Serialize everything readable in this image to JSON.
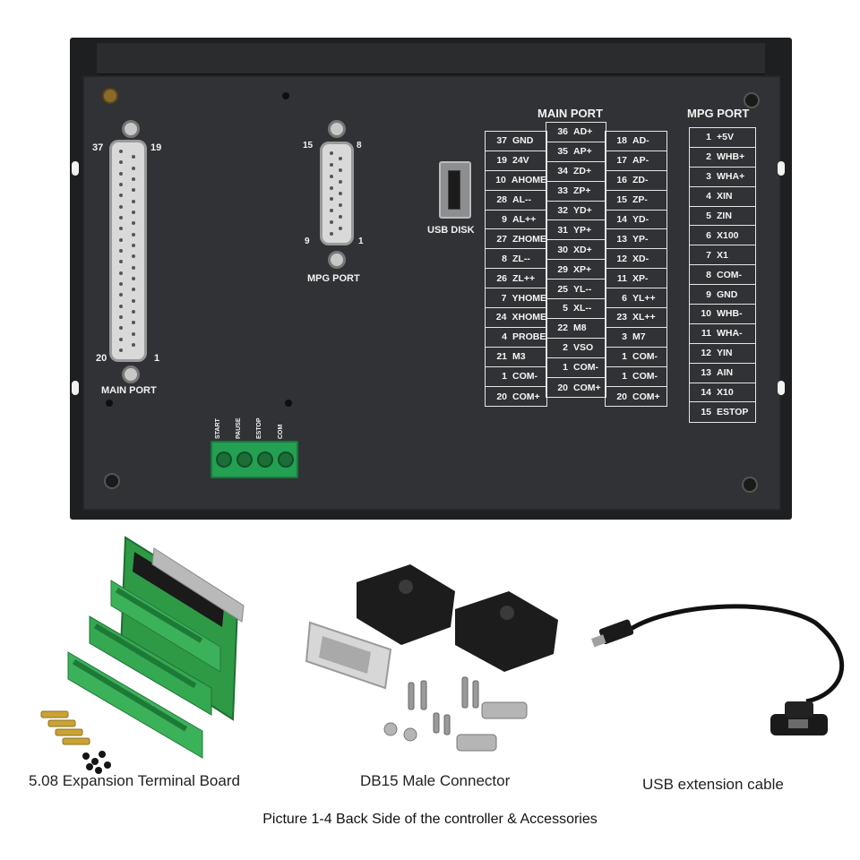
{
  "main_port_left_label": "MAIN PORT",
  "db37_labels": {
    "top_left": "37",
    "top_right": "19",
    "bottom_left": "20",
    "bottom_right": "1"
  },
  "mpg_port_label": "MPG PORT",
  "db15_labels": {
    "top_left": "15",
    "top_right": "8",
    "bottom_left": "9",
    "bottom_right": "1"
  },
  "usb_label": "USB DISK",
  "terminal_labels": [
    "START",
    "PAUSE",
    "ESTOP",
    "COM"
  ],
  "main_port_table": {
    "title": "MAIN PORT",
    "col1": [
      {
        "num": "37",
        "name": "GND"
      },
      {
        "num": "19",
        "name": "24V"
      },
      {
        "num": "10",
        "name": "AHOME"
      },
      {
        "num": "28",
        "name": "AL--"
      },
      {
        "num": "9",
        "name": "AL++"
      },
      {
        "num": "27",
        "name": "ZHOME"
      },
      {
        "num": "8",
        "name": "ZL--"
      },
      {
        "num": "26",
        "name": "ZL++"
      },
      {
        "num": "7",
        "name": "YHOME"
      },
      {
        "num": "24",
        "name": "XHOME"
      },
      {
        "num": "4",
        "name": "PROBE"
      },
      {
        "num": "21",
        "name": "M3"
      },
      {
        "num": "1",
        "name": "COM-"
      },
      {
        "num": "20",
        "name": "COM+"
      }
    ],
    "col2": [
      {
        "num": "36",
        "name": "AD+"
      },
      {
        "num": "35",
        "name": "AP+"
      },
      {
        "num": "34",
        "name": "ZD+"
      },
      {
        "num": "33",
        "name": "ZP+"
      },
      {
        "num": "32",
        "name": "YD+"
      },
      {
        "num": "31",
        "name": "YP+"
      },
      {
        "num": "30",
        "name": "XD+"
      },
      {
        "num": "29",
        "name": "XP+"
      },
      {
        "num": "25",
        "name": "YL--"
      },
      {
        "num": "5",
        "name": "XL--"
      },
      {
        "num": "22",
        "name": "M8"
      },
      {
        "num": "2",
        "name": "VSO"
      },
      {
        "num": "1",
        "name": "COM-"
      },
      {
        "num": "20",
        "name": "COM+"
      }
    ],
    "col3": [
      {
        "num": "18",
        "name": "AD-"
      },
      {
        "num": "17",
        "name": "AP-"
      },
      {
        "num": "16",
        "name": "ZD-"
      },
      {
        "num": "15",
        "name": "ZP-"
      },
      {
        "num": "14",
        "name": "YD-"
      },
      {
        "num": "13",
        "name": "YP-"
      },
      {
        "num": "12",
        "name": "XD-"
      },
      {
        "num": "11",
        "name": "XP-"
      },
      {
        "num": "6",
        "name": "YL++"
      },
      {
        "num": "23",
        "name": "XL++"
      },
      {
        "num": "3",
        "name": "M7"
      },
      {
        "num": "1",
        "name": "COM-"
      },
      {
        "num": "1",
        "name": "COM-"
      },
      {
        "num": "20",
        "name": "COM+"
      }
    ]
  },
  "mpg_port_table": {
    "title": "MPG PORT",
    "rows": [
      {
        "num": "1",
        "name": "+5V"
      },
      {
        "num": "2",
        "name": "WHB+"
      },
      {
        "num": "3",
        "name": "WHA+"
      },
      {
        "num": "4",
        "name": "XIN"
      },
      {
        "num": "5",
        "name": "ZIN"
      },
      {
        "num": "6",
        "name": "X100"
      },
      {
        "num": "7",
        "name": "X1"
      },
      {
        "num": "8",
        "name": "COM-"
      },
      {
        "num": "9",
        "name": "GND"
      },
      {
        "num": "10",
        "name": "WHB-"
      },
      {
        "num": "11",
        "name": "WHA-"
      },
      {
        "num": "12",
        "name": "YIN"
      },
      {
        "num": "13",
        "name": "AIN"
      },
      {
        "num": "14",
        "name": "X10"
      },
      {
        "num": "15",
        "name": "ESTOP"
      }
    ]
  },
  "accessories": {
    "terminal_board": "5.08 Expansion Terminal Board",
    "db15": "DB15 Male Connector",
    "usb_cable": "USB extension cable"
  },
  "footer": "Picture 1-4  Back Side of the controller & Accessories"
}
